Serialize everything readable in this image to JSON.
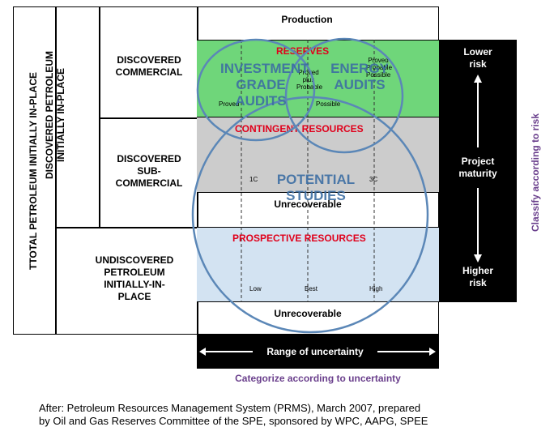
{
  "left_column": {
    "total": "TTOTAL PETROLEUM INITIALLY IN-PLACE",
    "discovered": "DISCOVERED PETROLEUM INITIALLY IN-PLACE",
    "commercial": "DISCOVERED COMMERCIAL",
    "subcommercial": "DISCOVERED SUB-COMMERCIAL",
    "undiscovered": "UNDISCOVERED PETROLEUM INITIALLY-IN-PLACE"
  },
  "grid": {
    "production": "Production",
    "reserves": "RESERVES",
    "contingent": "CONTINGENT RESOURCES",
    "prospective": "PROSPECTIVE RESOURCES",
    "unrecoverable_1": "Unrecoverable",
    "unrecoverable_2": "Unrecoverable",
    "reserves_labels": {
      "proved": "Proved",
      "proved_plus_probable": "Proved plus Probable",
      "possible": "Possible",
      "proved_probable_possible": "Proved Probable Possible"
    },
    "contingent_labels": {
      "c1": "1C",
      "c3": "3C"
    },
    "prospective_labels": {
      "low": "Low",
      "best": "Best",
      "high": "High"
    },
    "colors": {
      "reserves": "#6fd67a",
      "contingent": "#cccccc",
      "prospective": "#d3e3f2",
      "circle": "#5b87b7"
    }
  },
  "circles": {
    "investment": "INVESTMENT GRADE AUDITS",
    "energy": "ENERGY AUDITS",
    "potential": "POTENTIAL STUDIES"
  },
  "risk_bar": {
    "lower": "Lower risk",
    "maturity": "Project maturity",
    "higher": "Higher risk",
    "classify": "Classify according to risk"
  },
  "uncertainty_bar": {
    "label": "Range of uncertainty",
    "categorize": "Categorize according to uncertainty"
  },
  "footer": {
    "line1": "After: Petroleum Resources Management System (PRMS), March 2007, prepared",
    "line2": "by Oil and Gas Reserves Committee of the SPE, sponsored by WPC, AAPG, SPEE"
  }
}
